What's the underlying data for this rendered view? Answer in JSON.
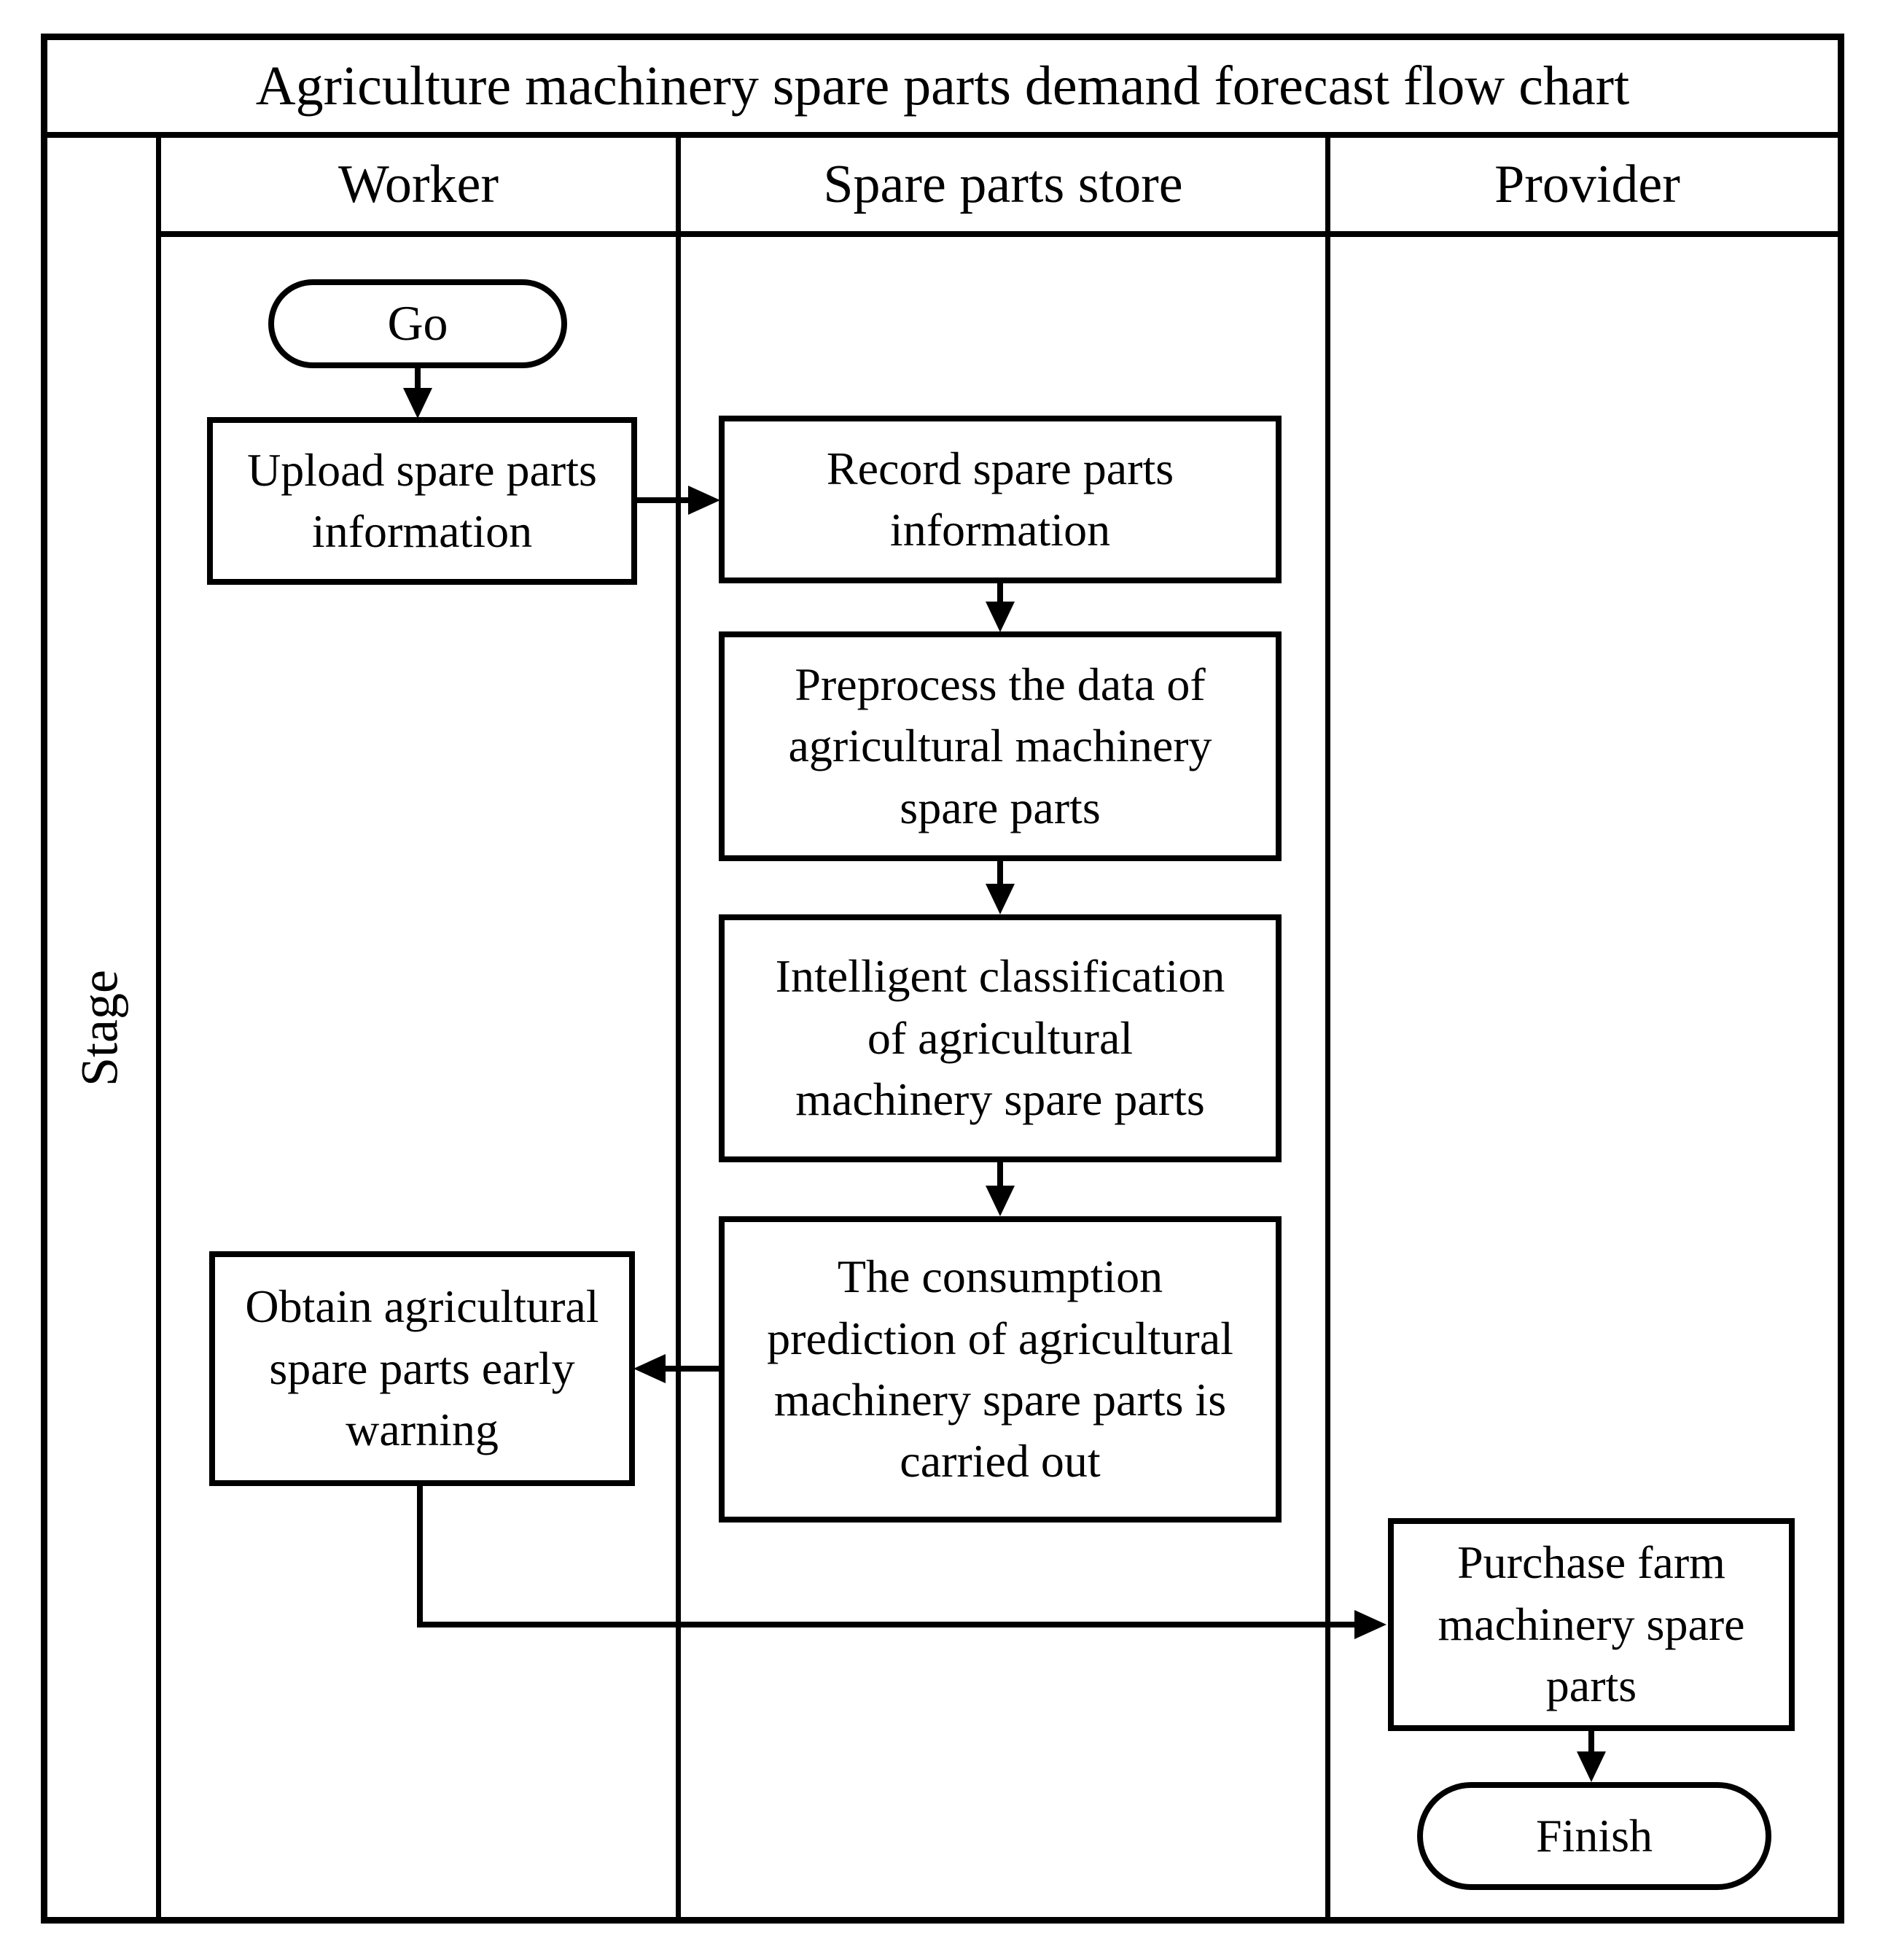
{
  "title": "Agriculture machinery spare parts demand forecast flow chart",
  "lanes": {
    "stage_label": "Stage",
    "worker": "Worker",
    "store": "Spare parts store",
    "provider": "Provider"
  },
  "nodes": {
    "start": {
      "label": "Go",
      "lane": "worker",
      "shape": "terminator"
    },
    "upload": {
      "label": "Upload spare parts\ninformation",
      "lane": "worker",
      "shape": "process"
    },
    "record": {
      "label": "Record spare parts\ninformation",
      "lane": "store",
      "shape": "process"
    },
    "preprocess": {
      "label": "Preprocess the data of\nagricultural machinery\nspare parts",
      "lane": "store",
      "shape": "process"
    },
    "classify": {
      "label": "Intelligent classification\nof agricultural\nmachinery spare parts",
      "lane": "store",
      "shape": "process"
    },
    "predict": {
      "label": "The consumption\nprediction of agricultural\nmachinery spare parts is\ncarried out",
      "lane": "store",
      "shape": "process"
    },
    "warning": {
      "label": "Obtain agricultural\nspare parts early\nwarning",
      "lane": "worker",
      "shape": "process"
    },
    "purchase": {
      "label": "Purchase farm\nmachinery spare\nparts",
      "lane": "provider",
      "shape": "process"
    },
    "finish": {
      "label": "Finish",
      "lane": "provider",
      "shape": "terminator"
    }
  },
  "edges": [
    {
      "from": "start",
      "to": "upload",
      "direction": "down"
    },
    {
      "from": "upload",
      "to": "record",
      "direction": "right"
    },
    {
      "from": "record",
      "to": "preprocess",
      "direction": "down"
    },
    {
      "from": "preprocess",
      "to": "classify",
      "direction": "down"
    },
    {
      "from": "classify",
      "to": "predict",
      "direction": "down"
    },
    {
      "from": "predict",
      "to": "warning",
      "direction": "left"
    },
    {
      "from": "warning",
      "to": "purchase",
      "direction": "down-right"
    },
    {
      "from": "purchase",
      "to": "finish",
      "direction": "down"
    }
  ],
  "colors": {
    "line": "#000000",
    "background": "#ffffff",
    "text": "#000000"
  }
}
